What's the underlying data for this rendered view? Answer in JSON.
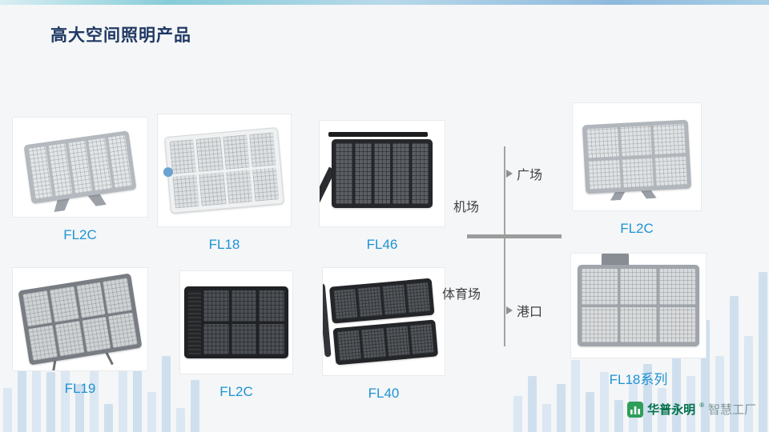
{
  "slide": {
    "title": "高大空间照明产品"
  },
  "products": [
    {
      "label": "FL2C"
    },
    {
      "label": "FL18"
    },
    {
      "label": "FL46"
    },
    {
      "label": "FL2C"
    },
    {
      "label": "FL19"
    },
    {
      "label": "FL2C"
    },
    {
      "label": "FL40"
    },
    {
      "label": "FL18系列"
    }
  ],
  "diagram": {
    "plaza": "广场",
    "airport": "机场",
    "stadium": "体育场",
    "port": "港口"
  },
  "logo": {
    "brand": "华普永明",
    "registered": "®",
    "suffix": "智慧工厂"
  },
  "colors": {
    "accent_blue": "#1e93d3",
    "title_navy": "#203864",
    "logo_green": "#2e9e5b"
  },
  "decor": {
    "bars_left": [
      55,
      95,
      140,
      75,
      150,
      60,
      115,
      35,
      85,
      125,
      50,
      95,
      30,
      65
    ],
    "bars_right": [
      45,
      70,
      35,
      60,
      90,
      50,
      75,
      40,
      65,
      85,
      55,
      110,
      70,
      140,
      95,
      170,
      120,
      200
    ]
  }
}
